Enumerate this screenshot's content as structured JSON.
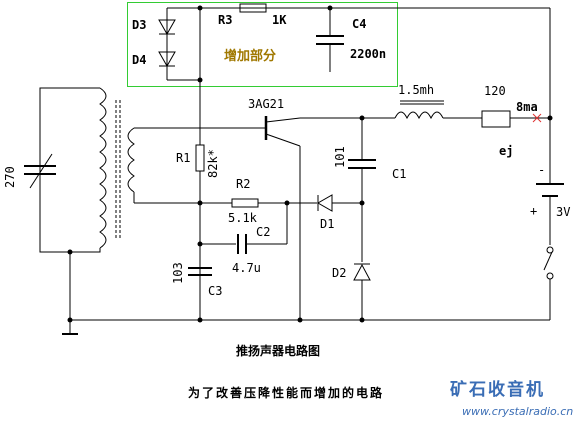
{
  "labels": {
    "d3": "D3",
    "d4": "D4",
    "r3": "R3",
    "r3_value": "1K",
    "c4": "C4",
    "c4_value": "2200n",
    "added_section": "增加部分",
    "transistor": "3AG21",
    "inductor": "1.5mh",
    "speaker_value": "120",
    "current": "8ma",
    "cap_101": "101",
    "c1": "C1",
    "ej": "ej",
    "r1": "R1",
    "r1_value": "82k*",
    "r2": "R2",
    "r2_value": "5.1k",
    "c2": "C2",
    "c2_value": "4.7u",
    "d1": "D1",
    "d2": "D2",
    "cap_103": "103",
    "c3": "C3",
    "c270": "270",
    "battery_neg": "-",
    "battery_pos": "+",
    "battery_value": "3V"
  },
  "captions": {
    "title": "推扬声器电路图",
    "subtitle": "为了改善压降性能而增加的电路"
  },
  "watermark": {
    "brand": "矿石收音机",
    "url": "www.crystalradio.cn"
  },
  "colors": {
    "wire": "#000000",
    "highlight_box": "#33cc33",
    "added_text": "#a07800",
    "brand": "#3a6db5",
    "current_marker": "#e03030"
  }
}
